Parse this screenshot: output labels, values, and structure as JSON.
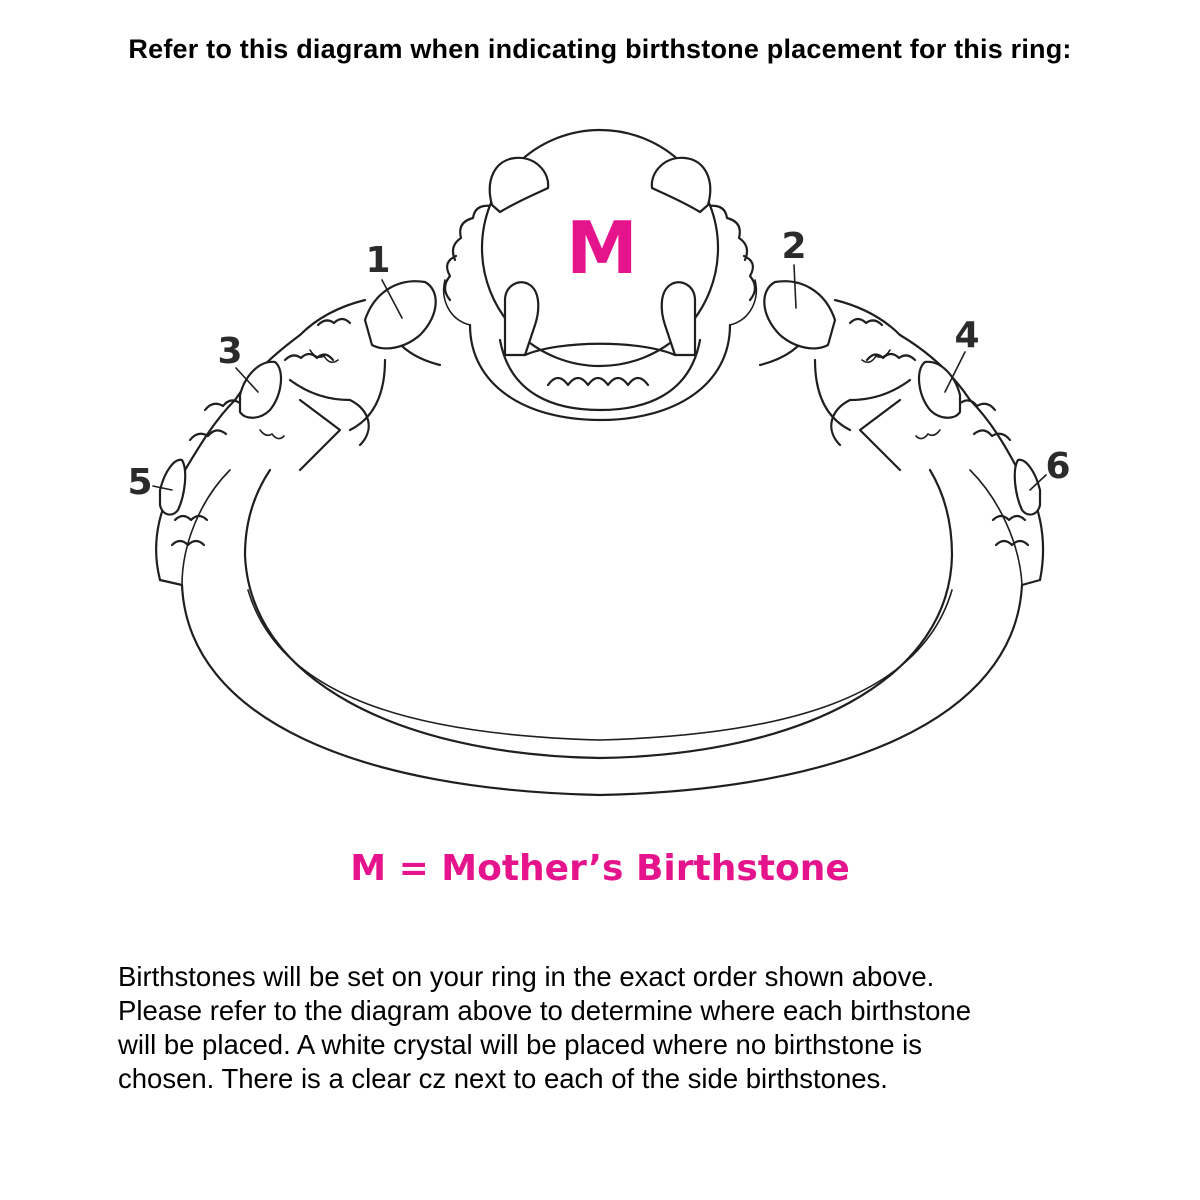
{
  "heading": "Refer to this diagram when indicating birthstone placement for this ring:",
  "diagram": {
    "center_label": "M",
    "stone_labels": [
      "1",
      "2",
      "3",
      "4",
      "5",
      "6"
    ],
    "accent_color": "#e6148c",
    "line_color": "#1f1f1f"
  },
  "legend": "M = Mother’s Birthstone",
  "instructions": [
    "Birthstones will be set on your ring in the exact order shown above.",
    "Please refer to the diagram above to determine where each birthstone",
    "will be placed. A white crystal will be placed where no birthstone is",
    "chosen. There is a clear cz next to each of the side birthstones."
  ]
}
